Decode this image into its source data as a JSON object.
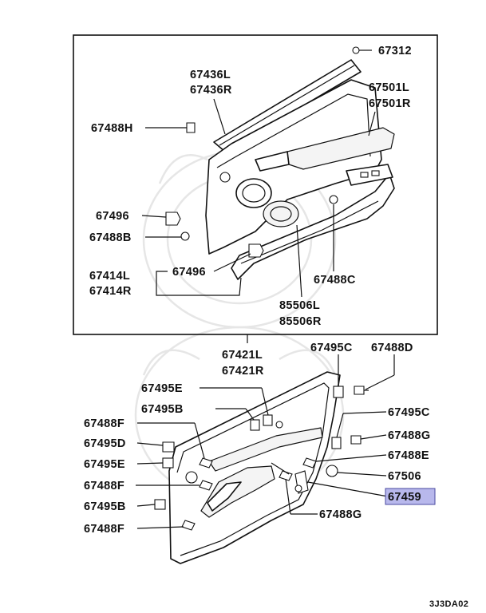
{
  "diagram": {
    "doc_code": "3J3DA02",
    "highlight_color": "#b8b8ec",
    "labels": {
      "p67312": "67312",
      "p67436L": "67436L",
      "p67436R": "67436R",
      "p67501L": "67501L",
      "p67501R": "67501R",
      "p67488H": "67488H",
      "p67496a": "67496",
      "p67488B": "67488B",
      "p67496b": "67496",
      "p67414L": "67414L",
      "p67414R": "67414R",
      "p67488C": "67488C",
      "p85506L": "85506L",
      "p85506R": "85506R",
      "p67421L": "67421L",
      "p67421R": "67421R",
      "p67495C_top": "67495C",
      "p67488D": "67488D",
      "p67495E_top": "67495E",
      "p67495B_top": "67495B",
      "p67488F_1": "67488F",
      "p67495D": "67495D",
      "p67495E_left": "67495E",
      "p67488F_2": "67488F",
      "p67495B_left": "67495B",
      "p67488F_3": "67488F",
      "p67495C_right": "67495C",
      "p67488G_right": "67488G",
      "p67488E": "67488E",
      "p67506": "67506",
      "p67459": "67459",
      "p67488G_bottom": "67488G"
    }
  }
}
